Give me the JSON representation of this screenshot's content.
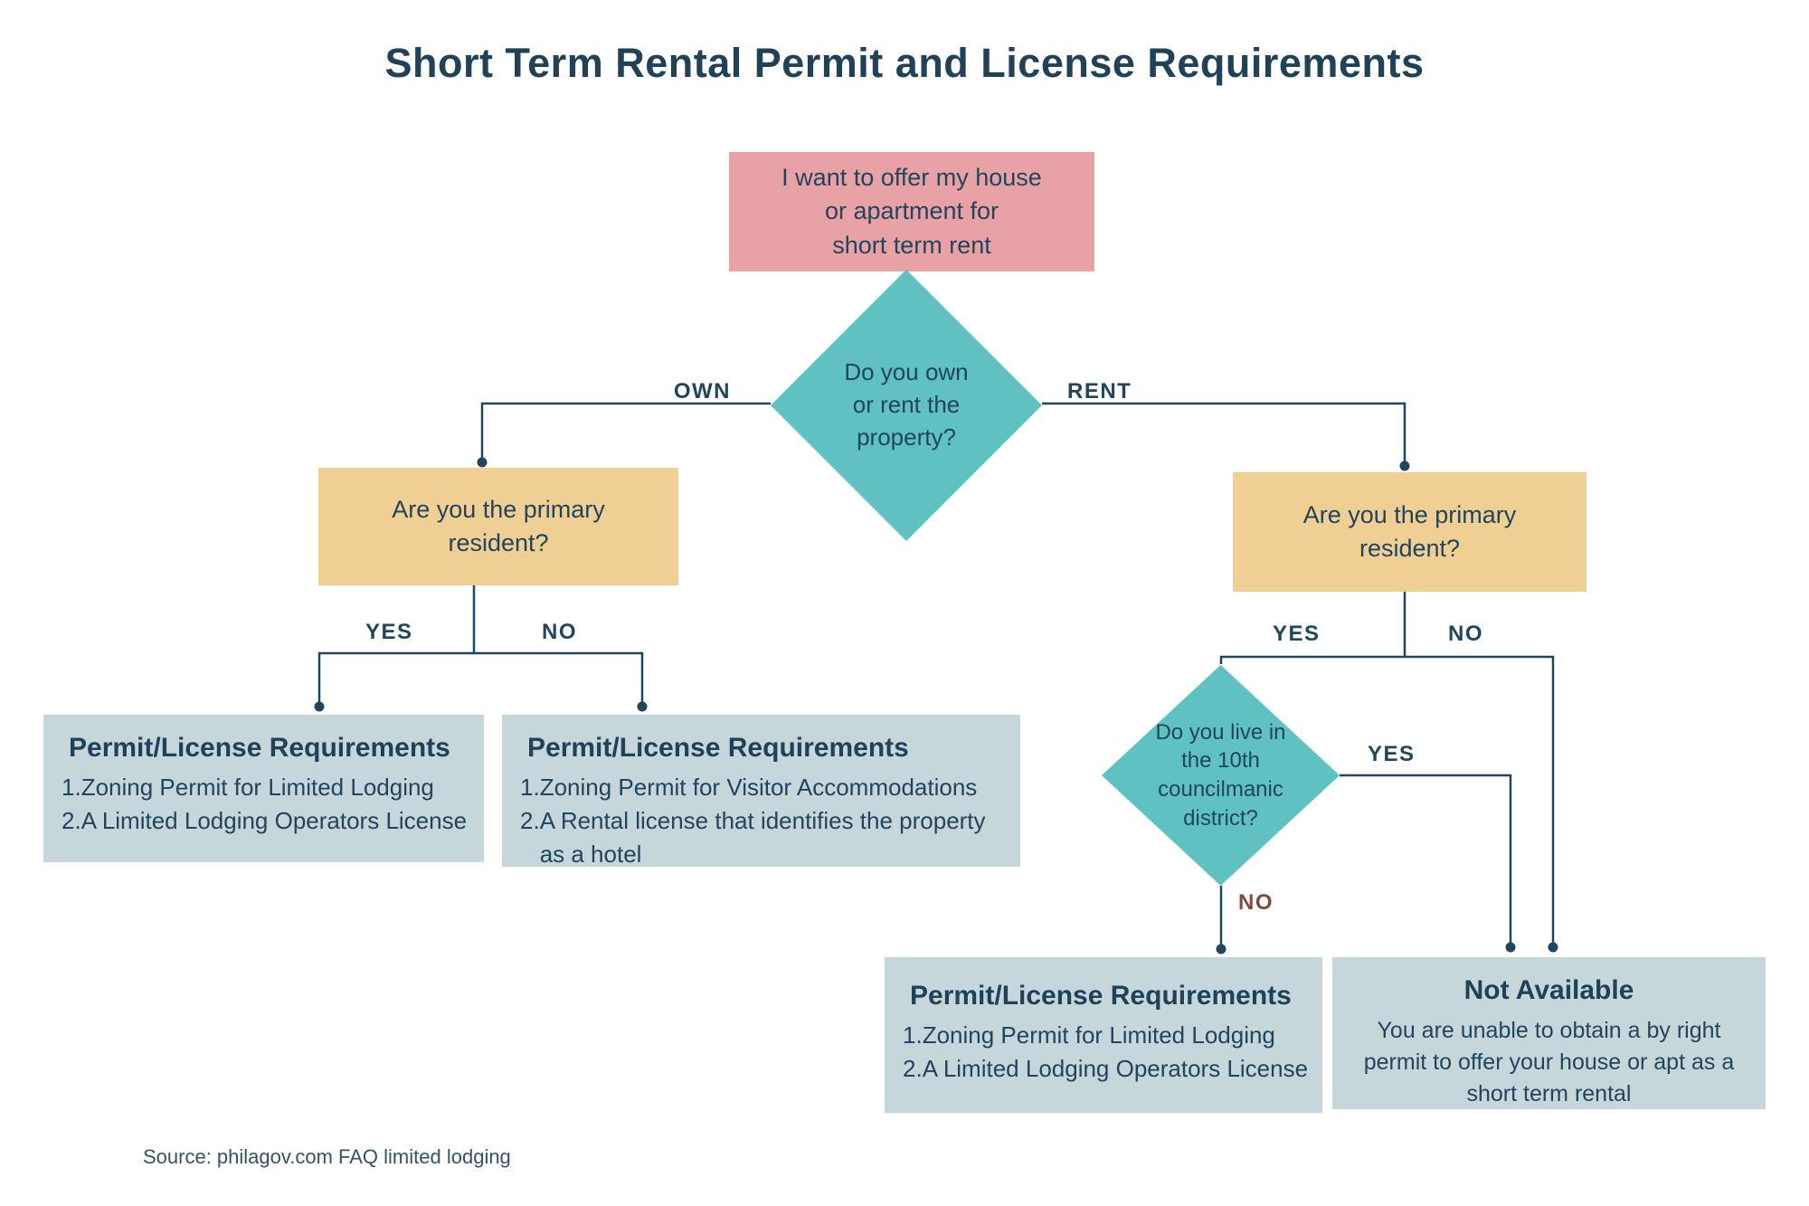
{
  "title": "Short Term Rental Permit and License Requirements",
  "source_note": "Source: philagov.com FAQ limited lodging",
  "colors": {
    "navy_text": "#21455c",
    "title_navy": "#1f4258",
    "pink": "#e8a2a6",
    "teal": "#5fc1c1",
    "yellow": "#f0cf95",
    "slate_blue": "#c6d7db",
    "brown_label": "#7d4b3c",
    "background": "#ffffff"
  },
  "start_box": {
    "lines": [
      "I want to offer my house",
      "or apartment for",
      "short term rent"
    ]
  },
  "decision_own_rent": {
    "lines": [
      "Do you own",
      "or rent the",
      "property?"
    ]
  },
  "branch_labels": {
    "own": "OWN",
    "rent": "RENT"
  },
  "own_primary_box": {
    "lines": [
      "Are you the primary",
      "resident?"
    ]
  },
  "own_primary_labels": {
    "yes": "YES",
    "no": "NO"
  },
  "rent_primary_box": {
    "lines": [
      "Are you the primary",
      "resident?"
    ]
  },
  "rent_primary_labels": {
    "yes": "YES",
    "no": "NO"
  },
  "decision_district": {
    "lines": [
      "Do you live in",
      "the 10th",
      "councilmanic",
      "district?"
    ]
  },
  "district_labels": {
    "yes": "YES",
    "no": "NO"
  },
  "result_own_yes": {
    "heading": "Permit/License Requirements",
    "items": [
      {
        "num": "1.",
        "text": "Zoning Permit for Limited Lodging"
      },
      {
        "num": "2.",
        "text": "A Limited Lodging Operators License"
      }
    ]
  },
  "result_own_no": {
    "heading": "Permit/License Requirements",
    "items": [
      {
        "num": "1.",
        "text": "Zoning Permit for Visitor Accommodations"
      },
      {
        "num": "2.",
        "text": "A Rental license that identifies the property\nas a hotel"
      }
    ]
  },
  "result_rent_district_no": {
    "heading": "Permit/License Requirements",
    "items": [
      {
        "num": "1.",
        "text": "Zoning Permit for Limited Lodging"
      },
      {
        "num": "2.",
        "text": "A Limited Lodging Operators License"
      }
    ]
  },
  "result_not_available": {
    "heading": "Not Available",
    "lines": [
      "You are unable to obtain a by right",
      "permit to offer your house or apt as a",
      "short term rental"
    ]
  }
}
